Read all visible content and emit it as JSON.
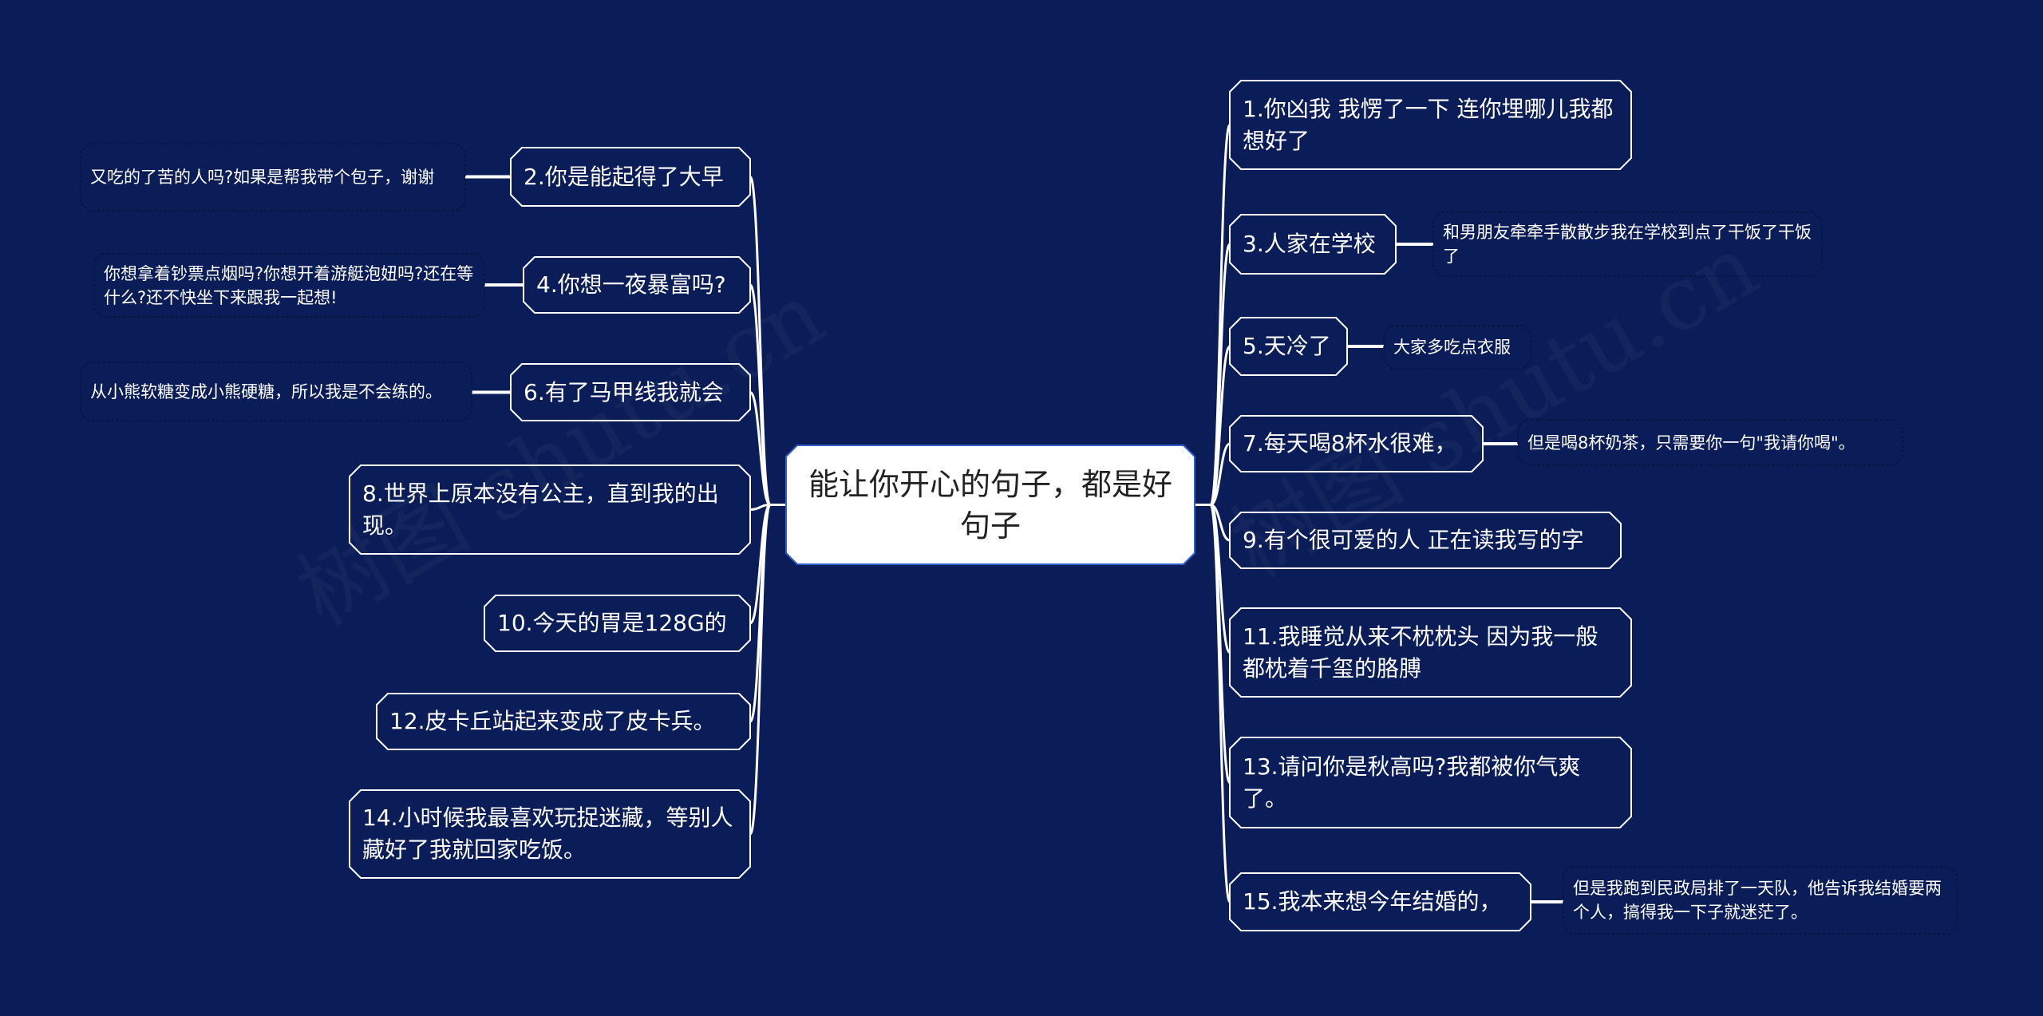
{
  "center": {
    "text": "能让你开心的句子，都是好句子"
  },
  "left_branches": [
    {
      "label": "2.你是能起得了大早",
      "detail": "又吃的了苦的人吗?如果是帮我带个包子，谢谢"
    },
    {
      "label": "4.你想一夜暴富吗?",
      "detail": "你想拿着钞票点烟吗?你想开着游艇泡妞吗?还在等什么?还不快坐下来跟我一起想!"
    },
    {
      "label": "6.有了马甲线我就会",
      "detail": "从小熊软糖变成小熊硬糖，所以我是不会练的。"
    },
    {
      "label": "8.世界上原本没有公主，直到我的出现。"
    },
    {
      "label": "10.今天的胃是128G的"
    },
    {
      "label": "12.皮卡丘站起来变成了皮卡兵。"
    },
    {
      "label": "14.小时候我最喜欢玩捉迷藏，等别人藏好了我就回家吃饭。"
    }
  ],
  "right_branches": [
    {
      "label": "1.你凶我 我愣了一下 连你埋哪儿我都想好了"
    },
    {
      "label": "3.人家在学校",
      "detail": "和男朋友牵牵手散散步我在学校到点了干饭了干饭了"
    },
    {
      "label": "5.天冷了",
      "detail": "大家多吃点衣服"
    },
    {
      "label": "7.每天喝8杯水很难，",
      "detail": "但是喝8杯奶茶，只需要你一句\"我请你喝\"。"
    },
    {
      "label": "9.有个很可爱的人 正在读我写的字"
    },
    {
      "label": "11.我睡觉从来不枕枕头 因为我一般都枕着千玺的胳膊"
    },
    {
      "label": "13.请问你是秋高吗?我都被你气爽了。"
    },
    {
      "label": "15.我本来想今年结婚的，",
      "detail": "但是我跑到民政局排了一天队，他告诉我结婚要两个人，搞得我一下子就迷茫了。"
    }
  ],
  "watermarks": [
    "树图 shutu.cn",
    "树图 shutu.cn"
  ],
  "colors": {
    "background": "#0b1d58",
    "node_border": "#ffffff",
    "center_fill": "#ffffff",
    "center_border": "#2f5fd0"
  }
}
